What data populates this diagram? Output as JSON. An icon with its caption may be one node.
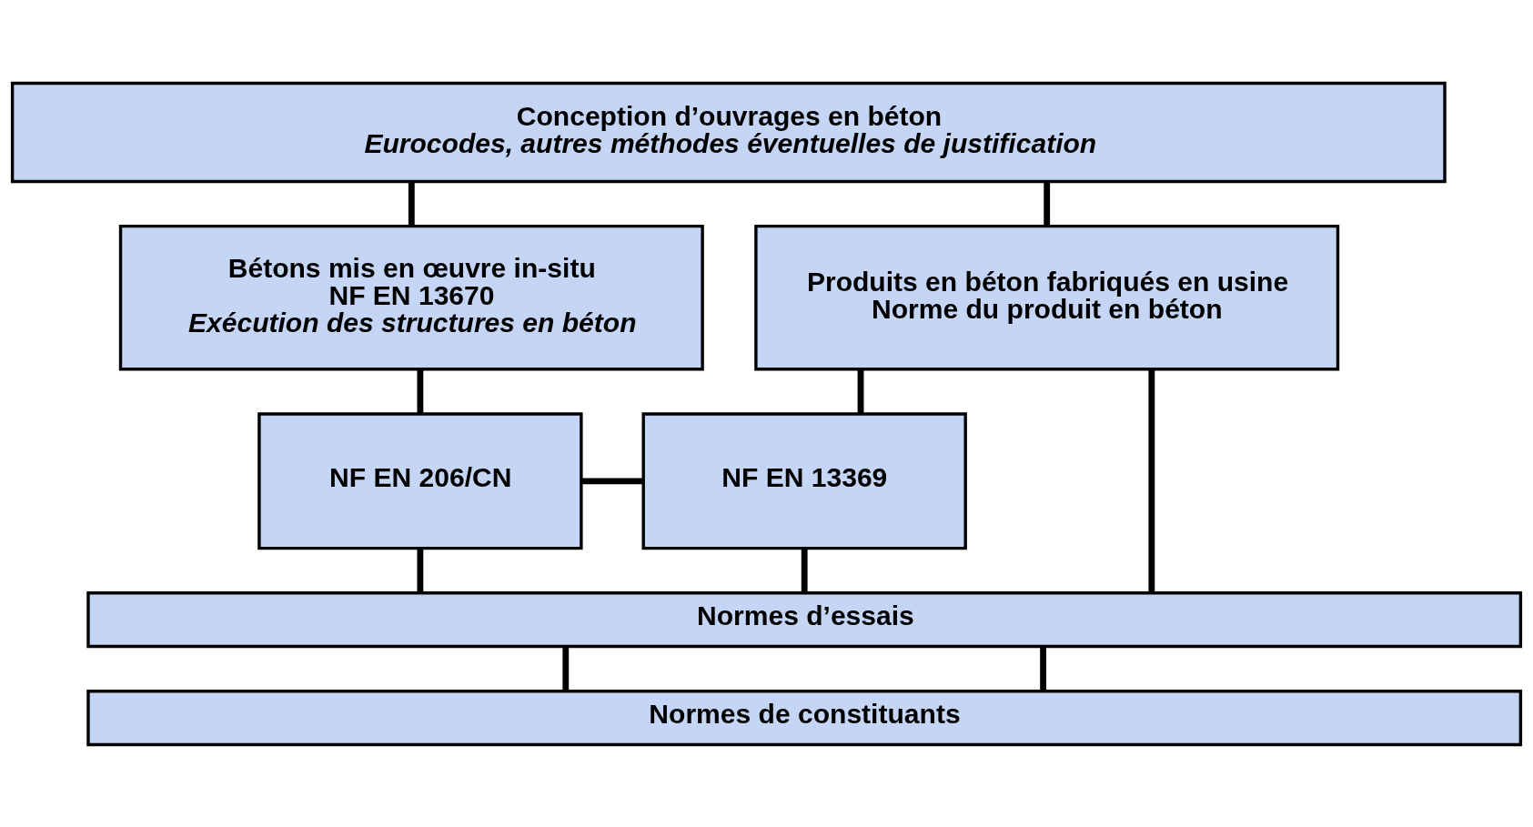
{
  "diagram": {
    "nodes": [
      {
        "text": [
          "Conception d’ouvrages en béton",
          "Eurocodes, autres méthodes éventuelles de justification"
        ]
      },
      {
        "text": [
          "Bétons mis en œuvre in-situ",
          "NF EN 13670",
          "Exécution des structures en béton"
        ]
      },
      {
        "text": [
          "Produits en béton fabriqués en usine",
          "Norme du produit en béton"
        ]
      },
      {
        "text": [
          "NF EN 206/CN"
        ]
      },
      {
        "text": [
          "NF EN 13369"
        ]
      },
      {
        "text": [
          "Normes d’essais"
        ]
      },
      {
        "text": [
          "Normes de constituants"
        ]
      }
    ],
    "edges": [
      {
        "from": 0,
        "to": 1,
        "arrow": "none"
      },
      {
        "from": 0,
        "to": 2,
        "arrow": "none"
      },
      {
        "from": 1,
        "to": 3,
        "arrow": "none"
      },
      {
        "from": 2,
        "to": 4,
        "arrow": "none"
      },
      {
        "from": 3,
        "to": 4,
        "arrow": "none"
      },
      {
        "from": 3,
        "to": 5,
        "arrow": "none"
      },
      {
        "from": 4,
        "to": 5,
        "arrow": "none"
      },
      {
        "from": 2,
        "to": 5,
        "arrow": "none"
      },
      {
        "from": 5,
        "to": 6,
        "arrow": "none"
      },
      {
        "from": 5,
        "to": 6,
        "arrow": "none"
      }
    ]
  }
}
